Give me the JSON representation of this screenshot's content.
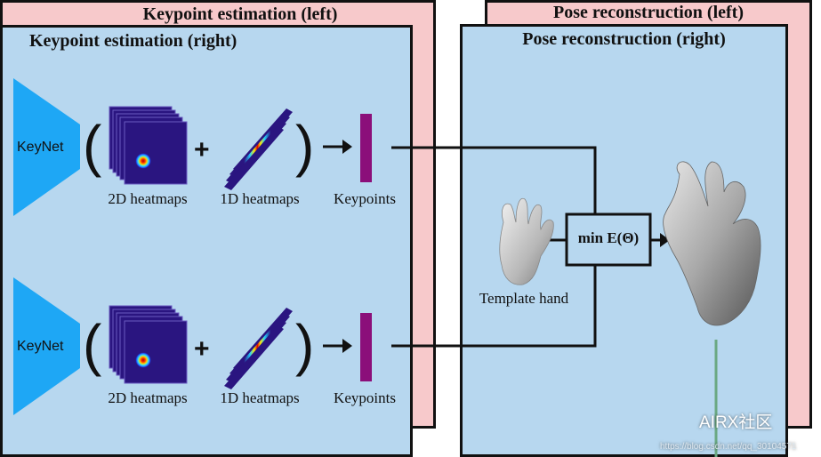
{
  "panels": {
    "keypoint_left": "Keypoint estimation (left)",
    "keypoint_right": "Keypoint estimation (right)",
    "pose_left": "Pose reconstruction (left)",
    "pose_right": "Pose reconstruction (right)"
  },
  "rows": [
    {
      "network": "KeyNet",
      "heatmap2d": "2D heatmaps",
      "heatmap1d": "1D heatmaps",
      "keypoints": "Keypoints"
    },
    {
      "network": "KeyNet",
      "heatmap2d": "2D heatmaps",
      "heatmap1d": "1D heatmaps",
      "keypoints": "Keypoints"
    }
  ],
  "pose": {
    "template_label": "Template hand",
    "energy_label": "min E(Θ)"
  },
  "watermark": {
    "brand": "AIRX社区",
    "url": "https://blog.csdn.net/qq_30104571"
  },
  "colors": {
    "back_panel": "#f7c9cb",
    "front_panel": "#b7d7ef",
    "keynet": "#1ea7f5",
    "keypoint_bar": "#8b0f7a",
    "heatmap_bg": "#2a1580",
    "connector_green": "#6aa882"
  }
}
